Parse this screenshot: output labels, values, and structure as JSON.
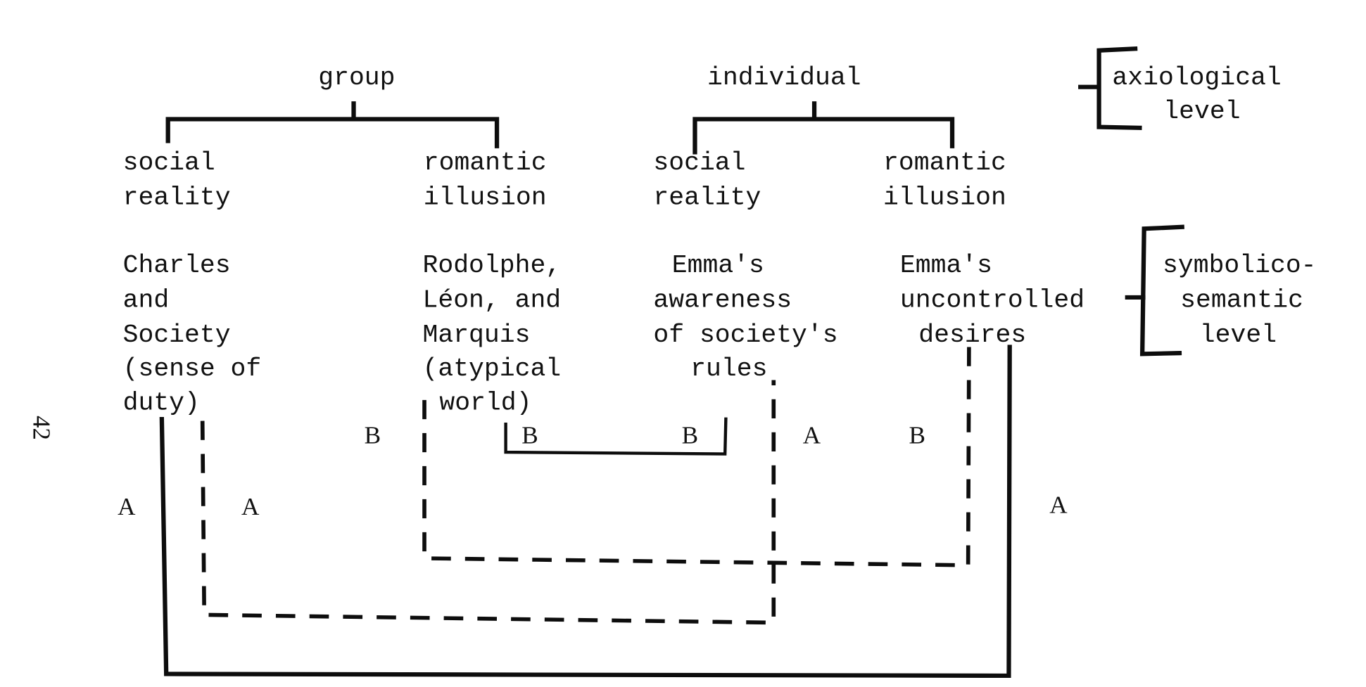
{
  "page_number": "42",
  "axiological": {
    "top_nodes": [
      "group",
      "individual"
    ],
    "level_label": [
      "axiological",
      "level"
    ]
  },
  "categories": [
    {
      "parent": "group",
      "lines": [
        "social",
        "reality"
      ]
    },
    {
      "parent": "group",
      "lines": [
        "romantic",
        "illusion"
      ]
    },
    {
      "parent": "individual",
      "lines": [
        "social",
        "reality"
      ]
    },
    {
      "parent": "individual",
      "lines": [
        "romantic",
        "illusion"
      ]
    }
  ],
  "symbolic": {
    "columns": [
      {
        "lines": [
          "Charles",
          "and",
          "Society",
          "(sense of",
          "duty)"
        ]
      },
      {
        "lines": [
          "Rodolphe,",
          "Léon, and",
          "Marquis",
          "(atypical",
          "world)"
        ]
      },
      {
        "lines": [
          "Emma's",
          "awareness",
          "of society's",
          "rules"
        ]
      },
      {
        "lines": [
          "Emma's",
          "uncontrolled",
          "desires"
        ]
      }
    ],
    "level_label": [
      "symbolico-",
      "semantic",
      "level"
    ]
  },
  "connections": [
    {
      "id": "outer-solid",
      "style": "solid",
      "label": "A",
      "from": "Charles and Society",
      "to": "Emma's uncontrolled desires"
    },
    {
      "id": "dashed-a",
      "style": "dashed",
      "label": "A",
      "from": "Charles and Society",
      "to": "Emma's awareness of society's rules"
    },
    {
      "id": "dashed-b",
      "style": "dashed",
      "label": "B",
      "from": "Rodolphe, Léon, and Marquis",
      "to": "Emma's uncontrolled desires"
    },
    {
      "id": "inner-solid",
      "style": "solid",
      "label": "B",
      "from": "Rodolphe, Léon, and Marquis",
      "to": "Emma's awareness of society's rules"
    }
  ],
  "edge_labels": {
    "outer_left_a": "A",
    "dashed_left_a": "A",
    "dashed_left_b": "B",
    "inner_b_left": "B",
    "inner_b_right": "B",
    "center_a": "A",
    "right_b": "B",
    "outer_right_a": "A"
  }
}
